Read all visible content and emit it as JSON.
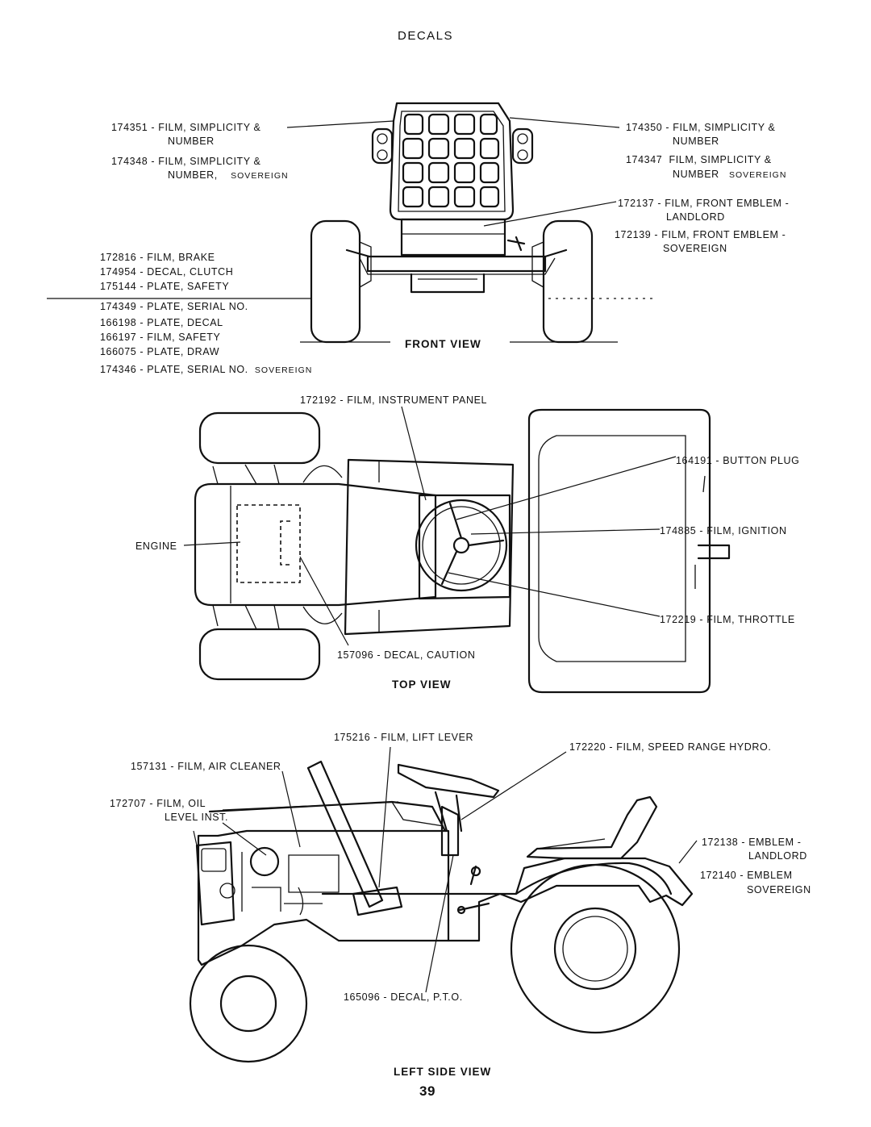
{
  "title": "DECALS",
  "page_number": "39",
  "views": {
    "front": "FRONT VIEW",
    "top": "TOP VIEW",
    "left_side": "LEFT SIDE VIEW"
  },
  "front_view": {
    "left_top": [
      {
        "part": "174351",
        "desc": "- FILM, SIMPLICITY &",
        "cont": "NUMBER",
        "suffix": ""
      },
      {
        "part": "174348",
        "desc": "- FILM, SIMPLICITY &",
        "cont": "NUMBER,",
        "suffix": "SOVEREIGN"
      }
    ],
    "right_top": [
      {
        "part": "174350",
        "desc": "- FILM, SIMPLICITY &",
        "cont": "NUMBER",
        "suffix": ""
      },
      {
        "part": "174347",
        "desc": "FILM, SIMPLICITY &",
        "cont": "NUMBER",
        "suffix": "SOVEREIGN"
      }
    ],
    "right_mid": [
      {
        "part": "172137",
        "desc": "- FILM, FRONT EMBLEM -",
        "cont": "LANDLORD"
      },
      {
        "part": "172139",
        "desc": "- FILM, FRONT EMBLEM -",
        "cont": "SOVEREIGN"
      }
    ],
    "left_list": [
      {
        "part": "172816",
        "desc": "- FILM, BRAKE",
        "suffix": ""
      },
      {
        "part": "174954",
        "desc": "- DECAL, CLUTCH",
        "suffix": ""
      },
      {
        "part": "175144",
        "desc": "- PLATE, SAFETY",
        "suffix": ""
      },
      {
        "part": "174349",
        "desc": "- PLATE, SERIAL NO.",
        "suffix": ""
      },
      {
        "part": "166198",
        "desc": "- PLATE, DECAL",
        "suffix": ""
      },
      {
        "part": "166197",
        "desc": "- FILM, SAFETY",
        "suffix": ""
      },
      {
        "part": "166075",
        "desc": "- PLATE, DRAW",
        "suffix": ""
      },
      {
        "part": "174346",
        "desc": "- PLATE, SERIAL NO.",
        "suffix": "SOVEREIGN"
      }
    ]
  },
  "top_view": {
    "instrument": {
      "part": "172192",
      "desc": "- FILM, INSTRUMENT PANEL"
    },
    "button_plug": {
      "part": "164191",
      "desc": "- BUTTON PLUG"
    },
    "ignition": {
      "part": "174885",
      "desc": "- FILM, IGNITION"
    },
    "throttle": {
      "part": "172219",
      "desc": "- FILM, THROTTLE"
    },
    "caution": {
      "part": "157096",
      "desc": "- DECAL, CAUTION"
    },
    "engine": "ENGINE"
  },
  "side_view": {
    "lift_lever": {
      "part": "175216",
      "desc": "- FILM, LIFT LEVER"
    },
    "speed_range": {
      "part": "172220",
      "desc": "- FILM, SPEED RANGE HYDRO."
    },
    "air_cleaner": {
      "part": "157131",
      "desc": "- FILM, AIR CLEANER"
    },
    "oil": {
      "part": "172707",
      "desc": "- FILM, OIL",
      "cont": "LEVEL INST."
    },
    "emblem_landlord": {
      "part": "172138",
      "desc": "- EMBLEM -",
      "cont": "LANDLORD"
    },
    "emblem_sovereign": {
      "part": "172140",
      "desc": "- EMBLEM",
      "cont": "SOVEREIGN"
    },
    "pto": {
      "part": "165096",
      "desc": "- DECAL, P.T.O."
    }
  }
}
